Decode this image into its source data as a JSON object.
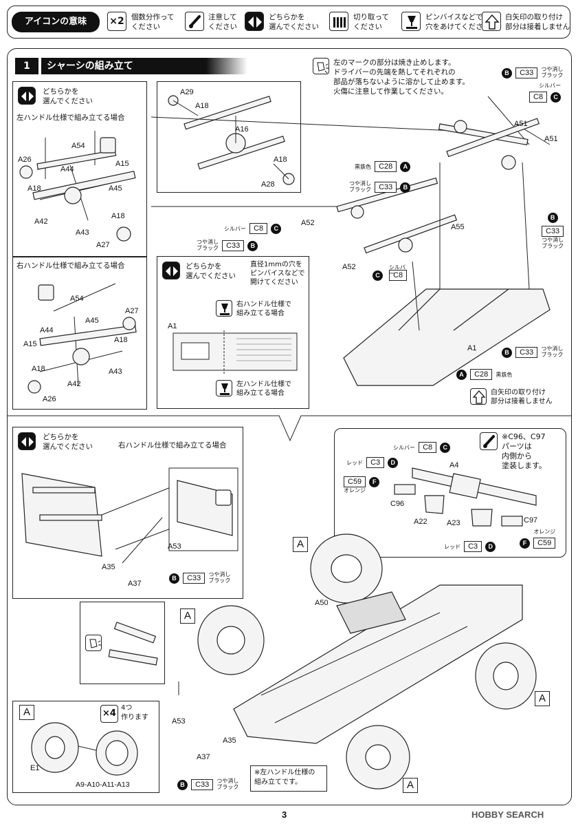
{
  "legend": {
    "title": "アイコンの意味",
    "items": [
      {
        "icon": "x2",
        "text": "個数分作って\nください"
      },
      {
        "icon": "brush-icon",
        "text": "注意して\nください"
      },
      {
        "icon": "choice-icon",
        "text": "どちらかを\n選んでください"
      },
      {
        "icon": "cut-icon",
        "text": "切り取って\nください"
      },
      {
        "icon": "pin-vise-icon",
        "text": "ピンバイスなどで\n穴をあけてください"
      },
      {
        "icon": "arrow-up-icon",
        "text": "白矢印の取り付け\n部分は接着しません"
      }
    ]
  },
  "section": {
    "number": "1",
    "title": "シャーシの組み立て"
  },
  "note_melt": "左のマークの部分は焼き止めします。\nドライバーの先端を熱してそれぞれの\n部品が落ちないように溶かして止めます。\n火傷に注意して作業してください。",
  "choose": "どちらかを\n選んでください",
  "left_handle": "左ハンドル仕様で組み立てる場合",
  "right_handle": "右ハンドル仕様で組み立てる場合",
  "hole_note": "直径1mmの穴を\nピンバイスなどで\n開けてください",
  "right_build": "右ハンドル仕様で\n組み立てる場合",
  "left_build": "左ハンドル仕様で\n組み立てる場合",
  "arrow_note": "白矢印の取り付け\n部分は接着しません",
  "paint_note": "※C96、C97\nパーツは\n内側から\n塗装します。",
  "left_spec_note": "※左ハンドル仕様の\n組み立てです。",
  "tire_count": "4つ\n作ります",
  "x2": "×2",
  "x4": "×4",
  "page_number": "3",
  "watermark": "HOBBY SEARCH",
  "colors": {
    "C33": {
      "letter": "B",
      "label": "つや消し\nブラック"
    },
    "C8": {
      "letter": "C",
      "label": "シルバー"
    },
    "C28": {
      "letter": "A",
      "label": "黒鉄色"
    },
    "C3": {
      "letter": "D",
      "label": "レッド"
    },
    "C59": {
      "letter": "F",
      "label": "オレンジ"
    }
  },
  "parts_top_left": [
    "A54",
    "A26",
    "A44",
    "A15",
    "A18",
    "A45",
    "A42",
    "A43",
    "A27",
    "A18"
  ],
  "parts_mid_left": [
    "A54",
    "A27",
    "A45",
    "A44",
    "A18",
    "A15",
    "A43",
    "A18",
    "A42",
    "A26"
  ],
  "parts_axle": [
    "A29",
    "A18",
    "A16",
    "A18",
    "A28"
  ],
  "parts_main": [
    "A51",
    "A51",
    "A52",
    "A55",
    "A52",
    "A1"
  ],
  "chassis_A1": "A1",
  "parts_lower": [
    "A53",
    "A35",
    "A37",
    "A50",
    "A53",
    "A35",
    "A37"
  ],
  "parts_lights": [
    "A4",
    "C96",
    "A22",
    "A23",
    "C97"
  ],
  "tire_parts": [
    "E1",
    "A9-A10-A11-A13"
  ],
  "marker_A": "A"
}
